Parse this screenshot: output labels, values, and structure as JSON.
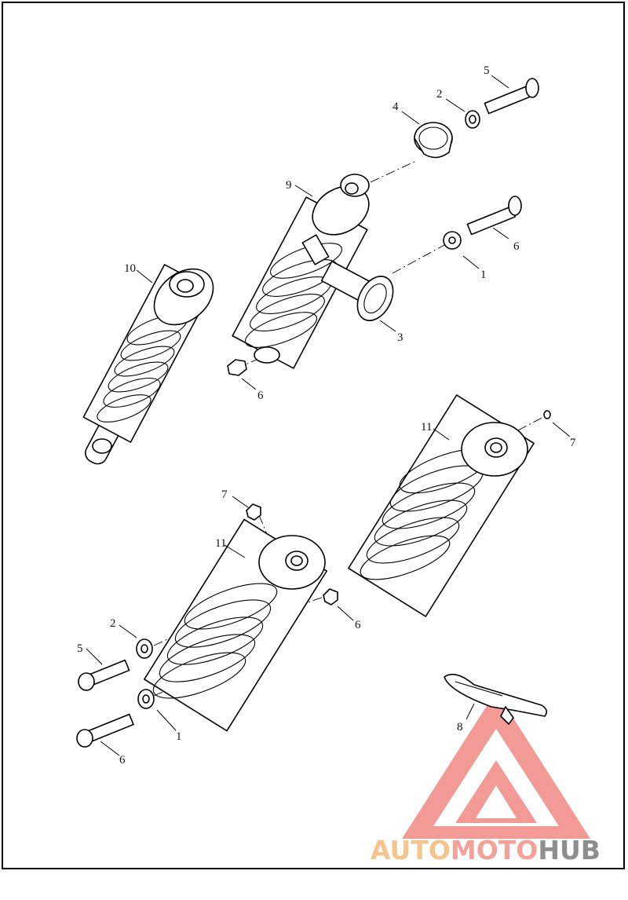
{
  "diagram": {
    "callouts": {
      "c1a": "1",
      "c1b": "1",
      "c2a": "2",
      "c2b": "2",
      "c3": "3",
      "c4": "4",
      "c5a": "5",
      "c5b": "5",
      "c6a": "6",
      "c6b": "6",
      "c6c": "6",
      "c6d": "6",
      "c7a": "7",
      "c7b": "7",
      "c8": "8",
      "c9": "9",
      "c10": "10",
      "c11a": "11",
      "c11b": "11"
    }
  },
  "watermark": {
    "part1": "AUTO",
    "part2": "MOTO",
    "part3": "HUB",
    "logo_color": "#f08a84"
  }
}
